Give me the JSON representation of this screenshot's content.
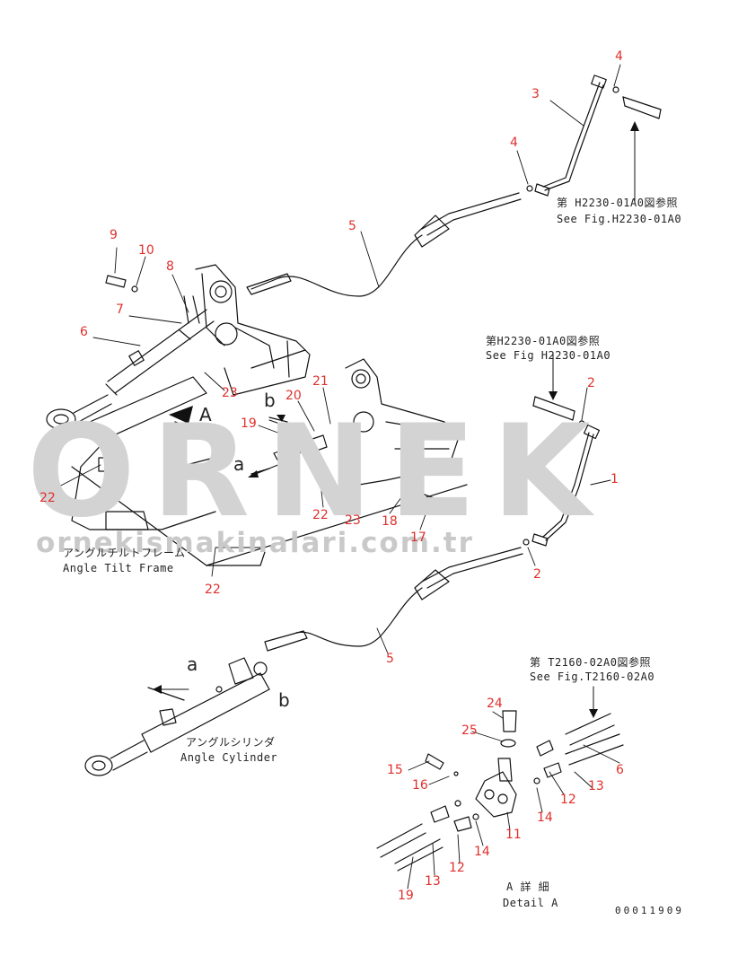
{
  "watermark": {
    "main": "ORNEK",
    "sub": "ornekismakinalari.com.tr"
  },
  "callouts": [
    {
      "id": "c-4a",
      "text": "4"
    },
    {
      "id": "c-3",
      "text": "3"
    },
    {
      "id": "c-4b",
      "text": "4"
    },
    {
      "id": "c-5a",
      "text": "5"
    },
    {
      "id": "c-9",
      "text": "9"
    },
    {
      "id": "c-10",
      "text": "10"
    },
    {
      "id": "c-8",
      "text": "8"
    },
    {
      "id": "c-7",
      "text": "7"
    },
    {
      "id": "c-6a",
      "text": "6"
    },
    {
      "id": "c-23a",
      "text": "23"
    },
    {
      "id": "c-20",
      "text": "20"
    },
    {
      "id": "c-21",
      "text": "21"
    },
    {
      "id": "c-19a",
      "text": "19"
    },
    {
      "id": "c-2a",
      "text": "2"
    },
    {
      "id": "c-1",
      "text": "1"
    },
    {
      "id": "c-22a",
      "text": "22"
    },
    {
      "id": "c-22b",
      "text": "22"
    },
    {
      "id": "c-23b",
      "text": "23"
    },
    {
      "id": "c-18",
      "text": "18"
    },
    {
      "id": "c-17",
      "text": "17"
    },
    {
      "id": "c-2b",
      "text": "2"
    },
    {
      "id": "c-22c",
      "text": "22"
    },
    {
      "id": "c-5b",
      "text": "5"
    },
    {
      "id": "c-24",
      "text": "24"
    },
    {
      "id": "c-25",
      "text": "25"
    },
    {
      "id": "c-6b",
      "text": "6"
    },
    {
      "id": "c-15",
      "text": "15"
    },
    {
      "id": "c-16",
      "text": "16"
    },
    {
      "id": "c-12a",
      "text": "12"
    },
    {
      "id": "c-13a",
      "text": "13"
    },
    {
      "id": "c-14a",
      "text": "14"
    },
    {
      "id": "c-11",
      "text": "11"
    },
    {
      "id": "c-14b",
      "text": "14"
    },
    {
      "id": "c-13b",
      "text": "13"
    },
    {
      "id": "c-12b",
      "text": "12"
    },
    {
      "id": "c-19b",
      "text": "19"
    }
  ],
  "references": {
    "ref1_jp": "第 H2230-01A0図参照",
    "ref1_en": "See Fig.H2230-01A0",
    "ref2_jp": "第H2230-01A0図参照",
    "ref2_en": "See Fig H2230-01A0",
    "ref3_jp": "第 T2160-02A0図参照",
    "ref3_en": "See Fig.T2160-02A0"
  },
  "labels": {
    "frame_jp": "アングルチルトフレーム",
    "frame_en": "Angle Tilt Frame",
    "cyl_jp": "アングルシリンダ",
    "cyl_en": "Angle Cylinder",
    "detail_jp": "A 詳 細",
    "detail_en": "Detail A",
    "view_A": "A",
    "view_a1": "a",
    "view_b1": "b",
    "view_a2": "a",
    "view_b2": "b",
    "drawing_code": "00011909"
  }
}
